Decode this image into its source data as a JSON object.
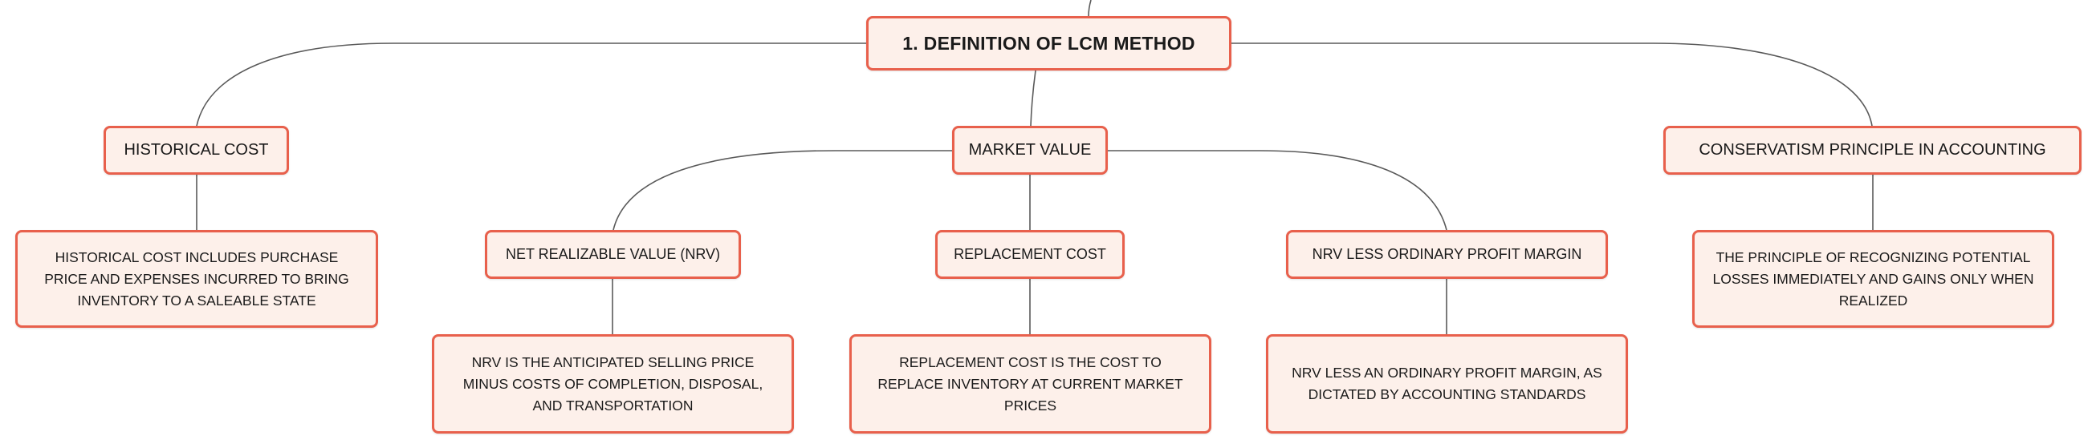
{
  "root": {
    "label": "1. DEFINITION OF LCM METHOD"
  },
  "branches": {
    "historical_cost": {
      "label": "HISTORICAL COST",
      "description": "HISTORICAL COST INCLUDES PURCHASE PRICE AND EXPENSES INCURRED TO BRING INVENTORY TO A SALEABLE STATE"
    },
    "market_value": {
      "label": "MARKET VALUE",
      "children": {
        "nrv": {
          "label": "NET REALIZABLE VALUE (NRV)",
          "description": "NRV IS THE ANTICIPATED SELLING PRICE MINUS COSTS OF COMPLETION, DISPOSAL, AND TRANSPORTATION"
        },
        "replacement_cost": {
          "label": "REPLACEMENT COST",
          "description": "REPLACEMENT COST IS THE COST TO REPLACE INVENTORY AT CURRENT MARKET PRICES"
        },
        "nrv_less_margin": {
          "label": "NRV LESS ORDINARY PROFIT MARGIN",
          "description": "NRV LESS AN ORDINARY PROFIT MARGIN, AS DICTATED BY ACCOUNTING STANDARDS"
        }
      }
    },
    "conservatism": {
      "label": "CONSERVATISM PRINCIPLE IN ACCOUNTING",
      "description": "THE PRINCIPLE OF RECOGNIZING POTENTIAL LOSSES IMMEDIATELY AND GAINS ONLY WHEN REALIZED"
    }
  },
  "colors": {
    "node_border": "#e8604c",
    "node_fill": "#fdf0ea",
    "connector": "#5a5a5a",
    "text": "#1a1a1a"
  }
}
